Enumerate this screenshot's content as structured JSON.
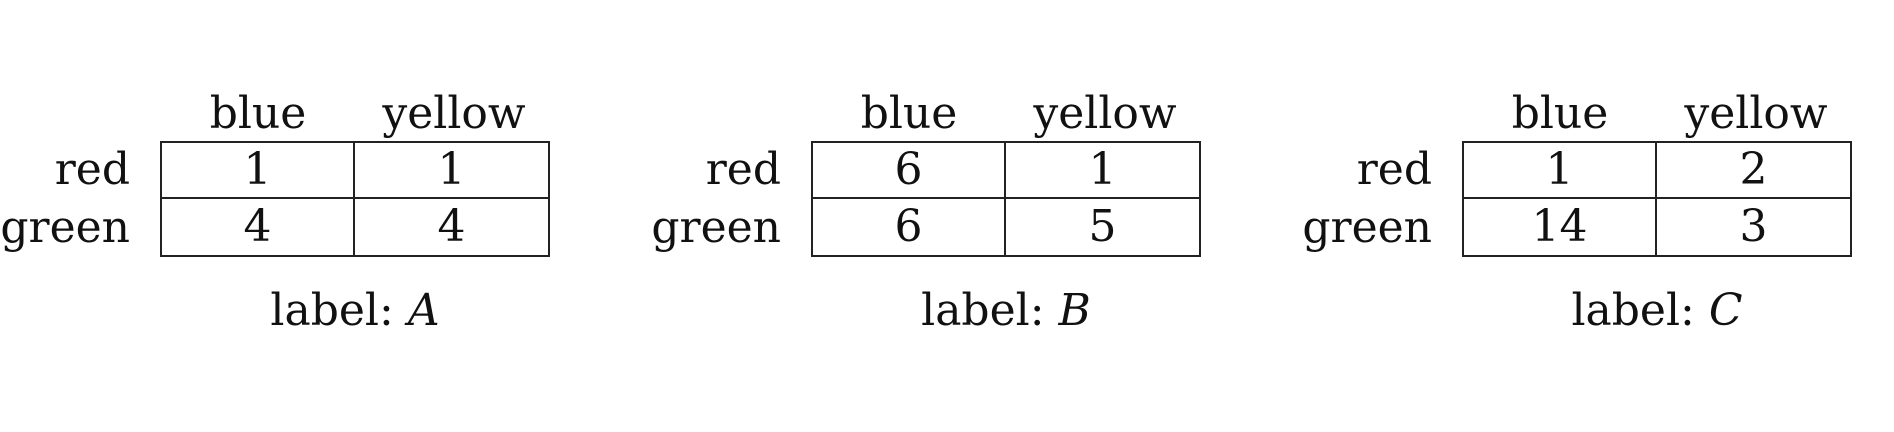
{
  "tables": [
    {
      "columns": [
        "blue",
        "yellow"
      ],
      "rows": [
        {
          "label": "red",
          "values": [
            "1",
            "1"
          ]
        },
        {
          "label": "green",
          "values": [
            "4",
            "4"
          ]
        }
      ],
      "caption_prefix": "label: ",
      "caption_var": "A"
    },
    {
      "columns": [
        "blue",
        "yellow"
      ],
      "rows": [
        {
          "label": "red",
          "values": [
            "6",
            "1"
          ]
        },
        {
          "label": "green",
          "values": [
            "6",
            "5"
          ]
        }
      ],
      "caption_prefix": "label: ",
      "caption_var": "B"
    },
    {
      "columns": [
        "blue",
        "yellow"
      ],
      "rows": [
        {
          "label": "red",
          "values": [
            "1",
            "2"
          ]
        },
        {
          "label": "green",
          "values": [
            "14",
            "3"
          ]
        }
      ],
      "caption_prefix": "label: ",
      "caption_var": "C"
    }
  ]
}
